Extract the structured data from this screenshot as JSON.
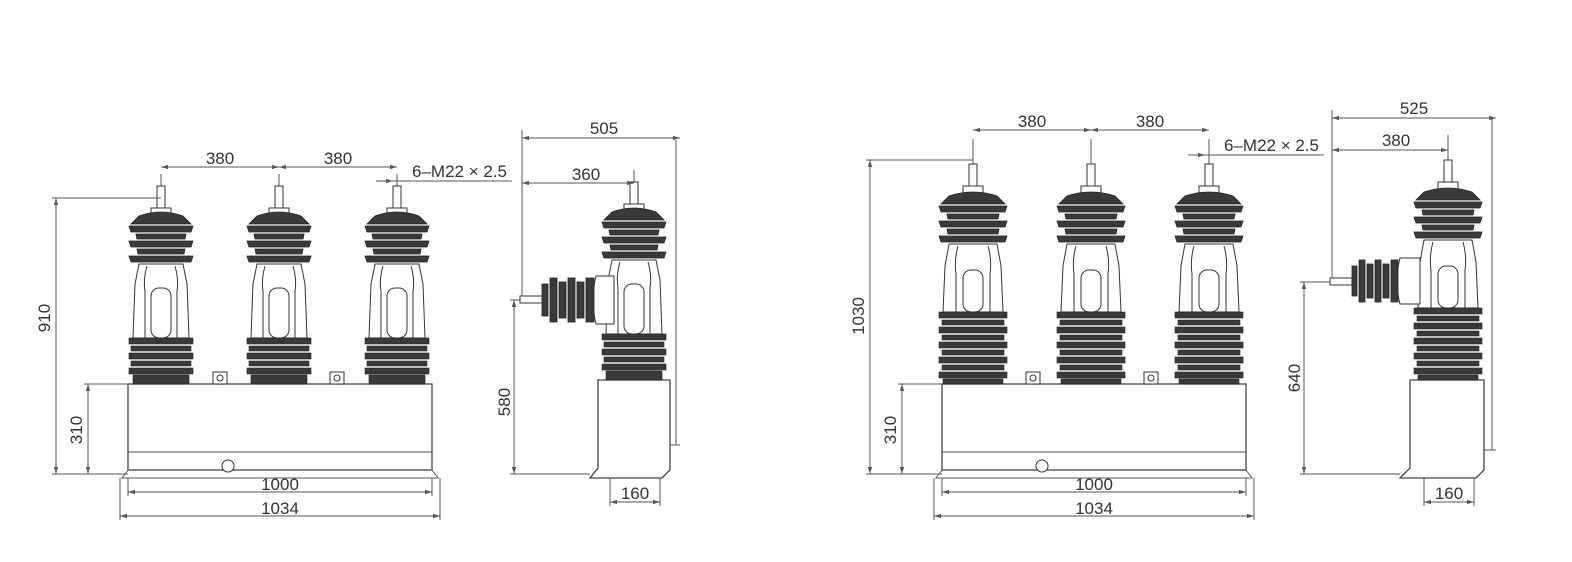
{
  "colors": {
    "line": "#555555",
    "insulator": "#3a3a3a",
    "background": "#ffffff"
  },
  "drawings": [
    {
      "front": {
        "pitch_1": "380",
        "pitch_2": "380",
        "thread": "6–M22 × 2.5",
        "overall_height": "910",
        "base_height": "310",
        "inner_width": "1000",
        "outer_width": "1034"
      },
      "side": {
        "depth": "505",
        "terminal_offset": "360",
        "terminal_height": "580",
        "foot_width": "160"
      }
    },
    {
      "front": {
        "pitch_1": "380",
        "pitch_2": "380",
        "thread": "6–M22 × 2.5",
        "overall_height": "1030",
        "base_height": "310",
        "inner_width": "1000",
        "outer_width": "1034"
      },
      "side": {
        "depth": "525",
        "terminal_offset": "380",
        "terminal_height": "640",
        "foot_width": "160"
      }
    }
  ]
}
